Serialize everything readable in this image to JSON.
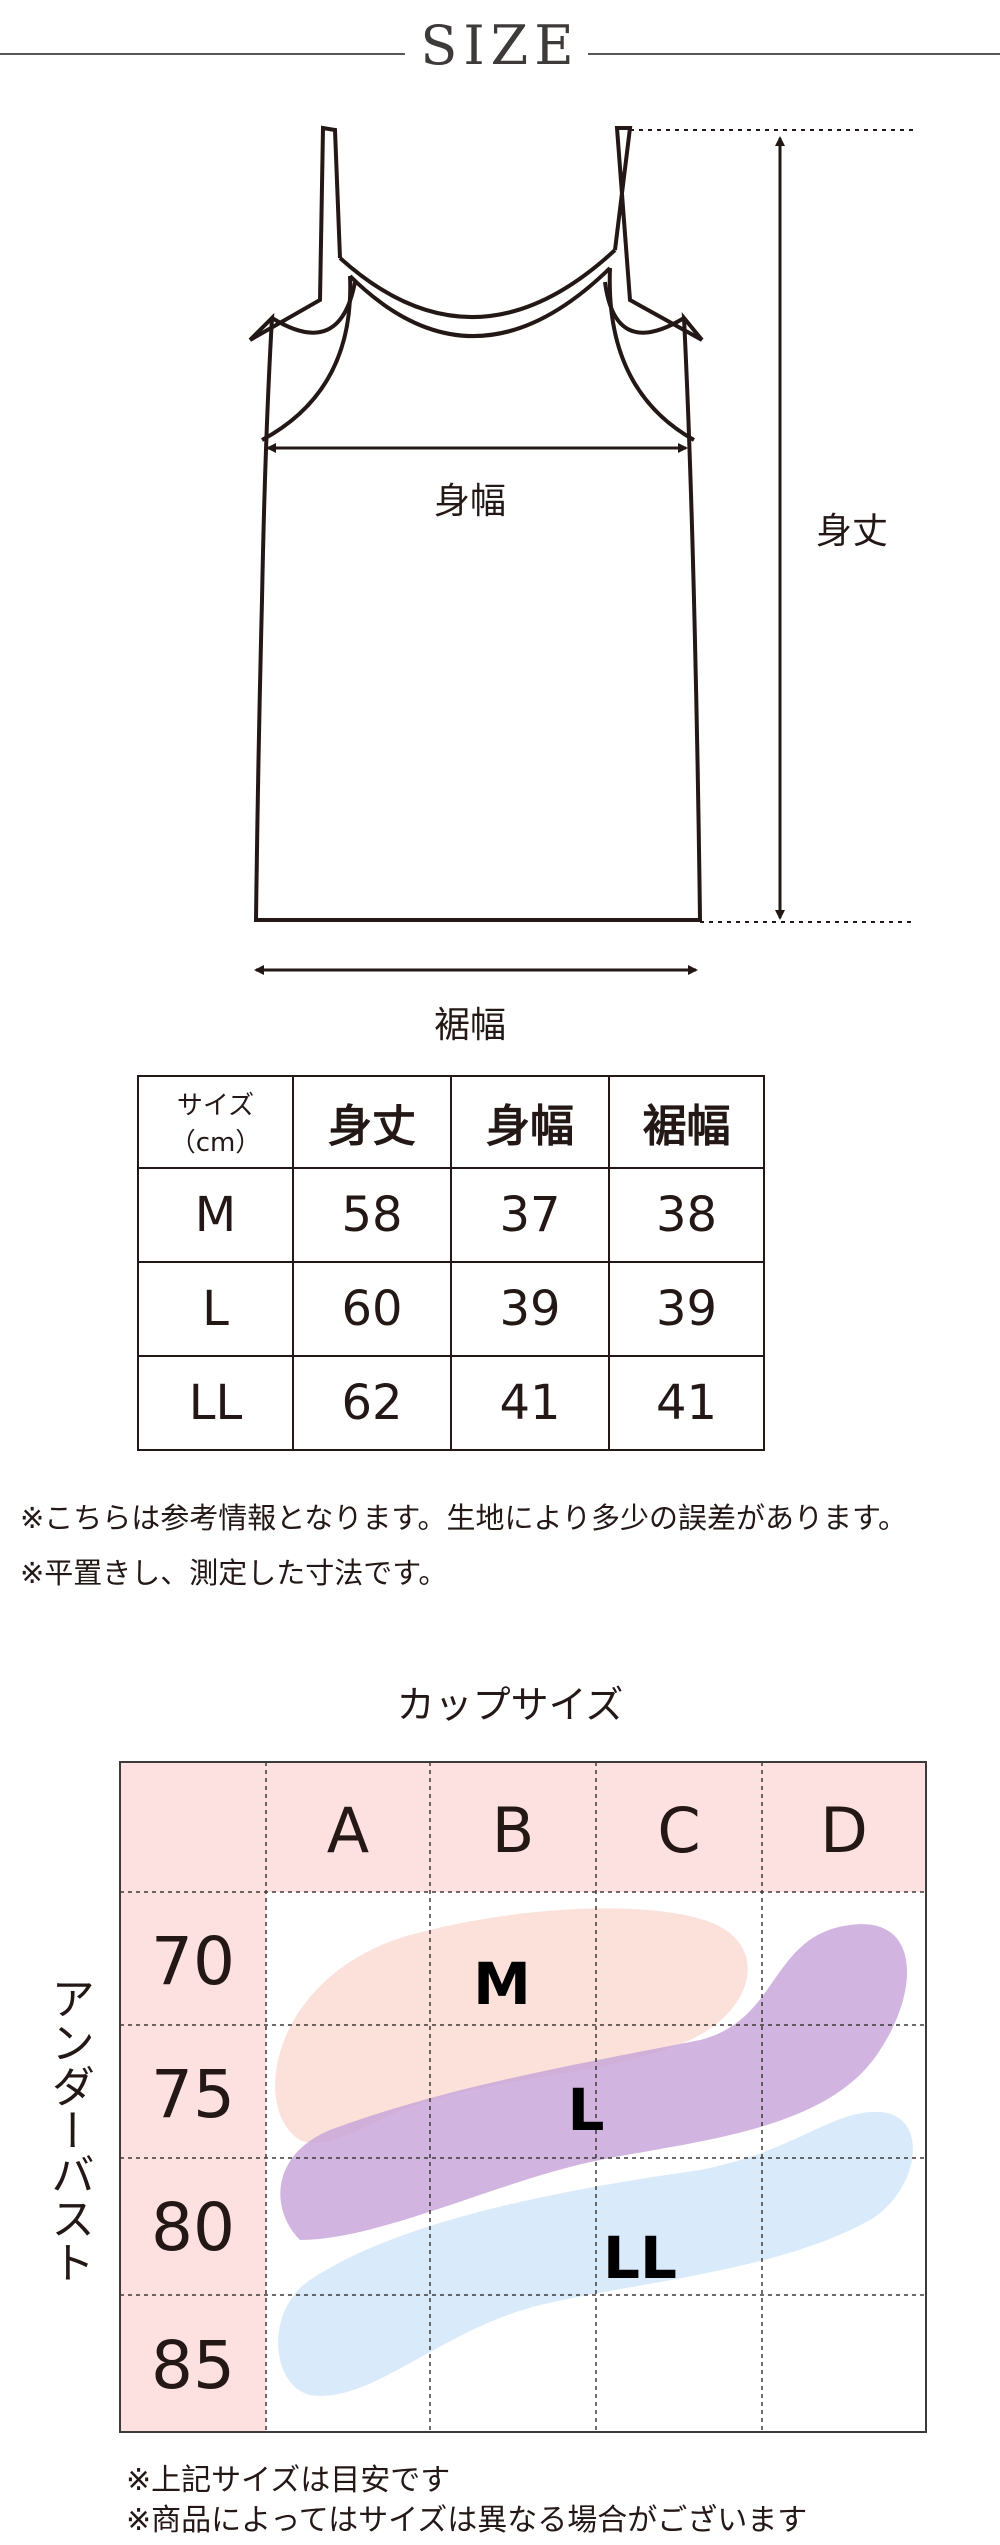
{
  "header": {
    "title": "SIZE"
  },
  "diagram": {
    "labels": {
      "length": "身丈",
      "chest_width": "身幅",
      "hem_width": "裾幅"
    }
  },
  "size_table": {
    "headers": [
      "サイズ（cm）",
      "身丈",
      "身幅",
      "裾幅"
    ],
    "rows": [
      [
        "M",
        "58",
        "37",
        "38"
      ],
      [
        "L",
        "60",
        "39",
        "39"
      ],
      [
        "LL",
        "62",
        "41",
        "41"
      ]
    ]
  },
  "notes": [
    "※こちらは参考情報となります。生地により多少の誤差があります。",
    "※平置きし、測定した寸法です。"
  ],
  "cup_chart": {
    "title": "カップサイズ",
    "columns": [
      "A",
      "B",
      "C",
      "D"
    ],
    "rows": [
      "70",
      "75",
      "80",
      "85"
    ],
    "row_axis_label": "アンダーバスト",
    "regions": [
      {
        "label": "M",
        "color": "#fadcd2"
      },
      {
        "label": "L",
        "color": "#c9a8db"
      },
      {
        "label": "LL",
        "color": "#d3e7fa"
      }
    ],
    "header_color": "#fde0e0",
    "notes": [
      "※上記サイズは目安です",
      "※商品によってはサイズは異なる場合がございます"
    ]
  }
}
